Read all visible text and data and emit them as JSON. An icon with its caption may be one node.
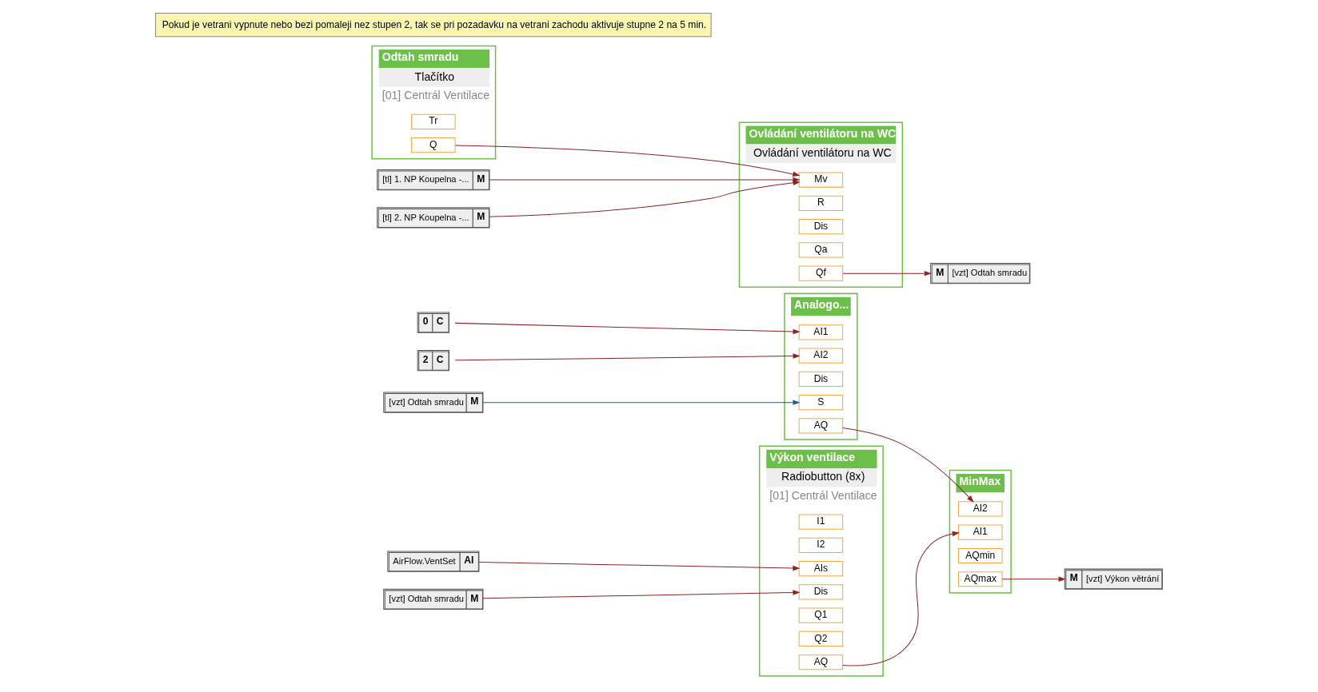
{
  "diagram": {
    "nodes": [
      {
        "text": [
          "Výkon ventilace",
          "Radiobutton (8x)",
          "[01] Centrál Ventilace"
        ]
      },
      {
        "text": [
          "I1"
        ],
        "in": 0
      },
      {
        "text": [
          "I2"
        ],
        "in": 0
      },
      {
        "text": [
          "AIs"
        ],
        "in": 0
      },
      {
        "text": [
          "Dis"
        ],
        "in": 0
      },
      {
        "text": [
          "Q1"
        ],
        "in": 0
      },
      {
        "text": [
          "Q2"
        ],
        "in": 0
      },
      {
        "text": [
          "AQ"
        ],
        "in": 0
      },
      {
        "text": [
          "MinMax"
        ]
      },
      {
        "text": [
          "AI1"
        ],
        "in": 8
      },
      {
        "text": [
          "AI2"
        ],
        "in": 8
      },
      {
        "text": [
          "AQmin"
        ],
        "in": 8
      },
      {
        "text": [
          "AQmax"
        ],
        "in": 8
      },
      {
        "text": [
          "AirFlow.VentSet",
          "AI"
        ]
      },
      {
        "text": [
          "[vzt] Odtah smradu",
          "M"
        ]
      },
      {
        "text": [
          "M",
          "[vzt] Výkon větrání"
        ]
      },
      {
        "text": [
          "Analogo..."
        ]
      },
      {
        "text": [
          "AI1"
        ],
        "in": 16
      },
      {
        "text": [
          "AI2"
        ],
        "in": 16
      },
      {
        "text": [
          "Dis"
        ],
        "in": 16
      },
      {
        "text": [
          "S"
        ],
        "in": 16
      },
      {
        "text": [
          "AQ"
        ],
        "in": 16
      },
      {
        "text": [
          "0",
          "C"
        ]
      },
      {
        "text": [
          "2",
          "C"
        ]
      },
      {
        "text": [
          "[vzt] Odtah smradu",
          "M"
        ]
      },
      {
        "text": [
          "Odtah smradu",
          "Tlačítko",
          "[01] Centrál Ventilace"
        ]
      },
      {
        "text": [
          "Tr"
        ],
        "in": 25
      },
      {
        "text": [
          "Q"
        ],
        "in": 25
      },
      {
        "text": [
          "Ovládání ventilátoru na WC",
          "Ovládání ventilátoru na WC"
        ]
      },
      {
        "text": [
          "Mv"
        ],
        "in": 28
      },
      {
        "text": [
          "R"
        ],
        "in": 28
      },
      {
        "text": [
          "Dis"
        ],
        "in": 28
      },
      {
        "text": [
          "Qa"
        ],
        "in": 28
      },
      {
        "text": [
          "Qf"
        ],
        "in": 28
      },
      {
        "text": [
          "[tl] 1. NP Koupelna -...",
          "M"
        ]
      },
      {
        "text": [
          "[tl] 2. NP Koupelna -...",
          "M"
        ]
      },
      {
        "text": [
          "M",
          "[vzt] Odtah smradu"
        ]
      }
    ],
    "edges": [
      {
        "from": 13,
        "to": 3,
        "arrow": "to"
      },
      {
        "from": 14,
        "to": 4,
        "arrow": "to"
      },
      {
        "from": 7,
        "to": 9,
        "arrow": "to"
      },
      {
        "from": 21,
        "to": 10,
        "arrow": "to"
      },
      {
        "from": 12,
        "to": 15,
        "arrow": "to"
      },
      {
        "from": 22,
        "to": 17,
        "arrow": "to"
      },
      {
        "from": 23,
        "to": 18,
        "arrow": "to"
      },
      {
        "from": 24,
        "to": 20,
        "arrow": "to",
        "color": "#1f5a9a"
      },
      {
        "from": 27,
        "to": 29,
        "arrow": "to"
      },
      {
        "from": 34,
        "to": 29,
        "arrow": "to"
      },
      {
        "from": 35,
        "to": 29,
        "arrow": "to"
      },
      {
        "from": 33,
        "to": 36,
        "arrow": "to"
      }
    ],
    "labels": [
      "Pokud je vetrani vypnute nebo bezi pomaleji nez stupen 2, tak se pri pozadavku na vetrani zachodu aktivuje stupne 2 na 5 min."
    ]
  }
}
